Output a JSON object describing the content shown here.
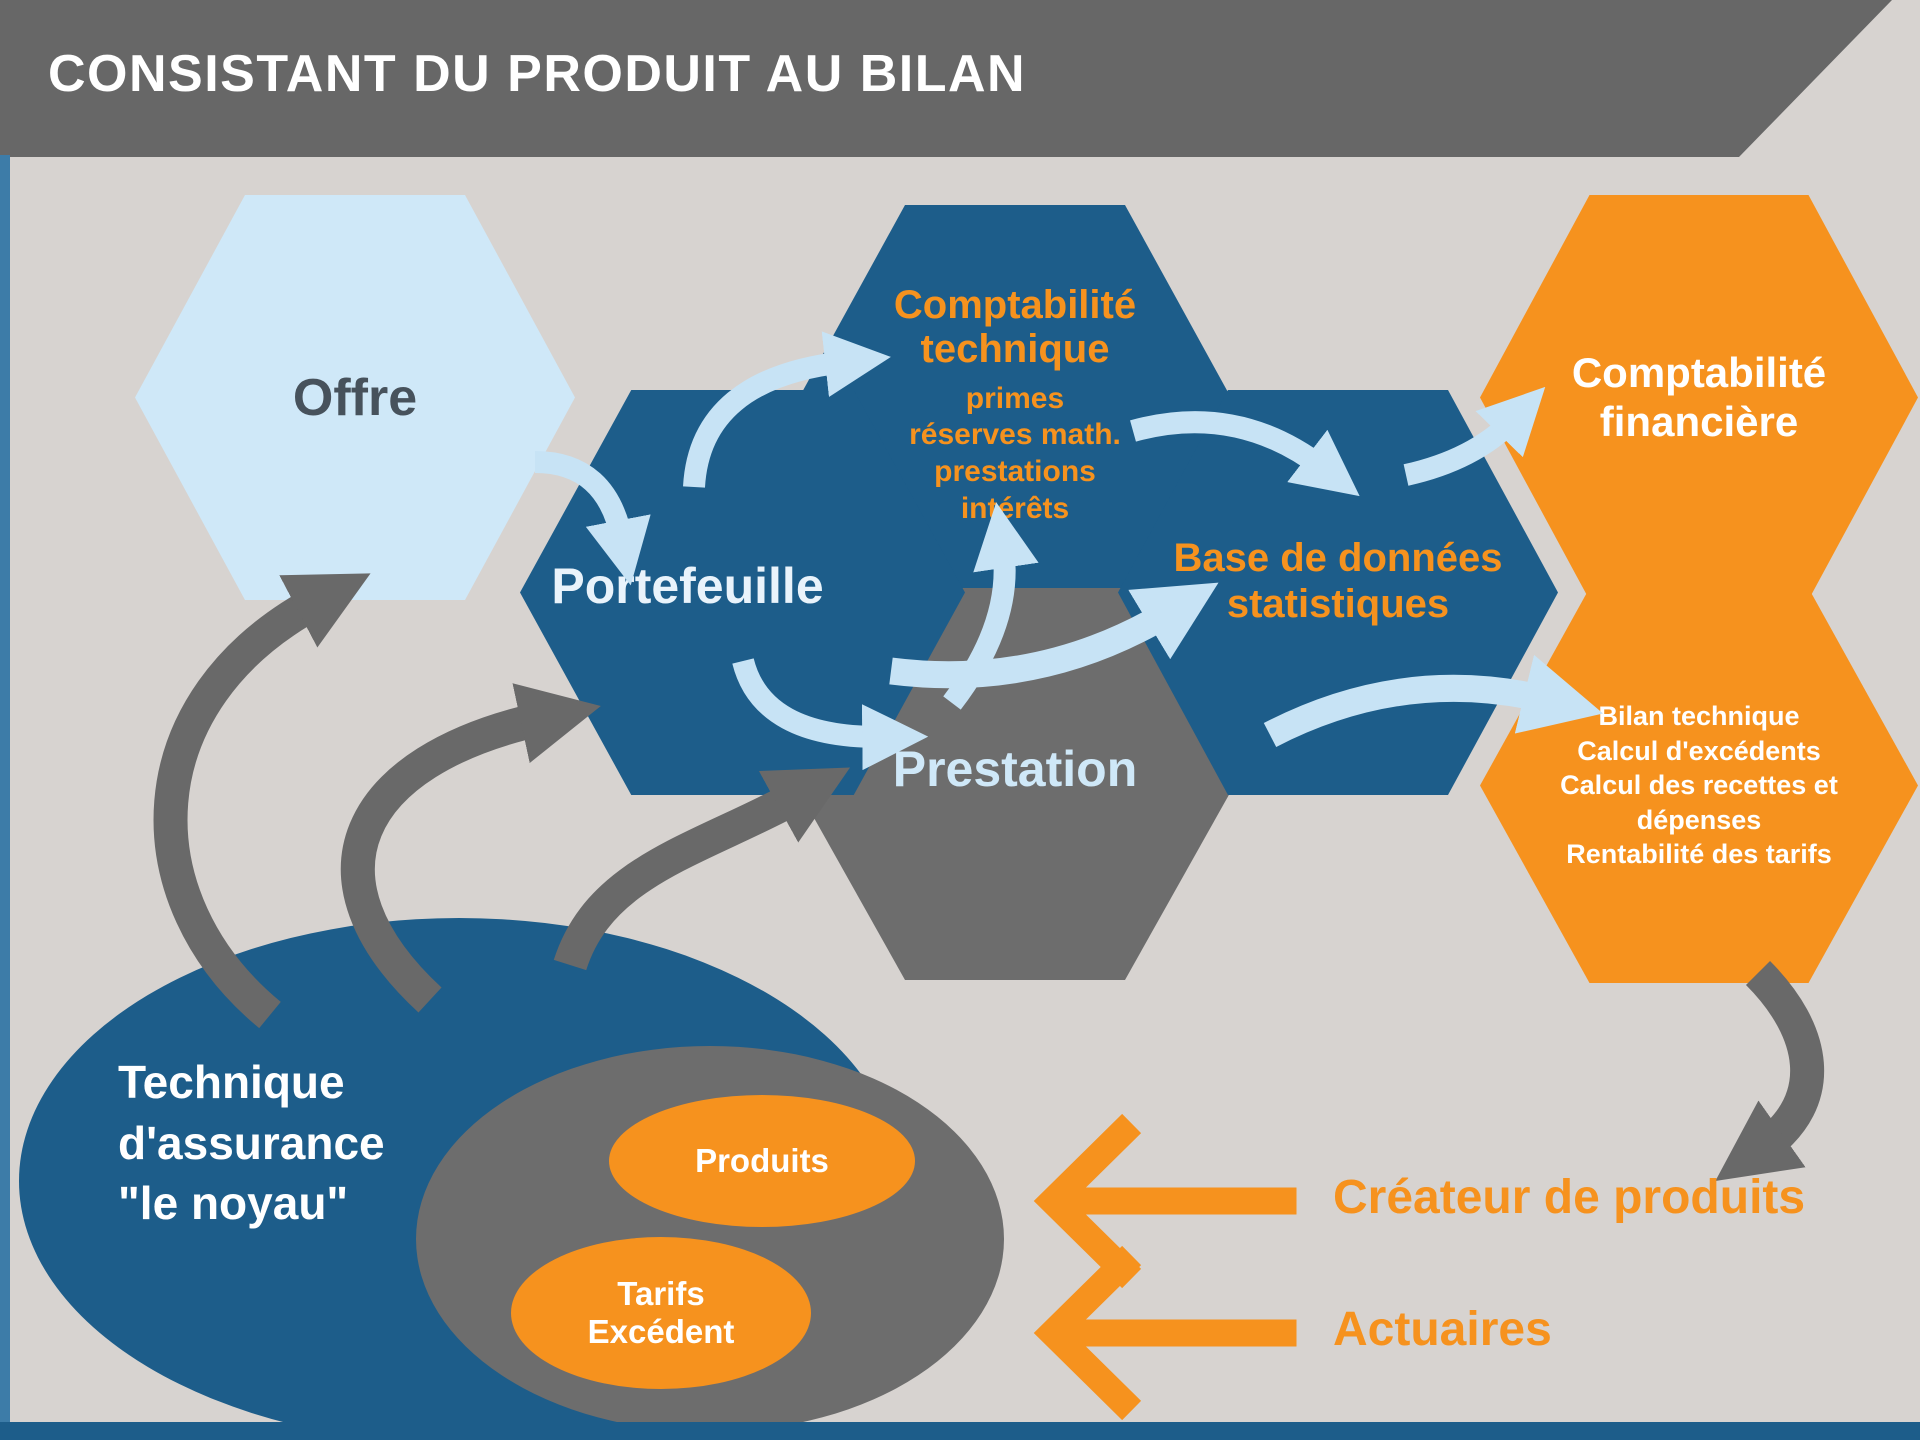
{
  "title": "CONSISTANT DU PRODUIT AU BILAN",
  "hexagons": {
    "offre": {
      "label": "Offre"
    },
    "portefeuille": {
      "label": "Portefeuille"
    },
    "compta_tech": {
      "title": "Comptabilité technique",
      "lines": [
        "primes",
        "réserves math.",
        "prestations",
        "intérêts"
      ]
    },
    "prestation": {
      "label": "Prestation"
    },
    "base_donnees": {
      "label": "Base de données statistiques"
    },
    "compta_fin": {
      "label": "Comptabilité financière"
    },
    "bilan": {
      "lines": [
        "Bilan technique",
        "Calcul d'excédents",
        "Calcul des recettes et dépenses",
        "Rentabilité des tarifs"
      ]
    }
  },
  "core": {
    "label": "Technique d'assurance \"le noyau\"",
    "produits": "Produits",
    "tarifs_lines": [
      "Tarifs",
      "Excédent"
    ]
  },
  "legend": {
    "createur": "Créateur de produits",
    "actuaires": "Actuaires"
  },
  "colors": {
    "dark_blue": "#1d5d8a",
    "light_blue": "#cfe8f8",
    "orange": "#f6921e",
    "hex_gray": "#6d6d6d",
    "header_gray": "#676767",
    "background": "#d7d3d0",
    "arrow_blue": "#c7e3f5",
    "arrow_gray": "#696969"
  }
}
